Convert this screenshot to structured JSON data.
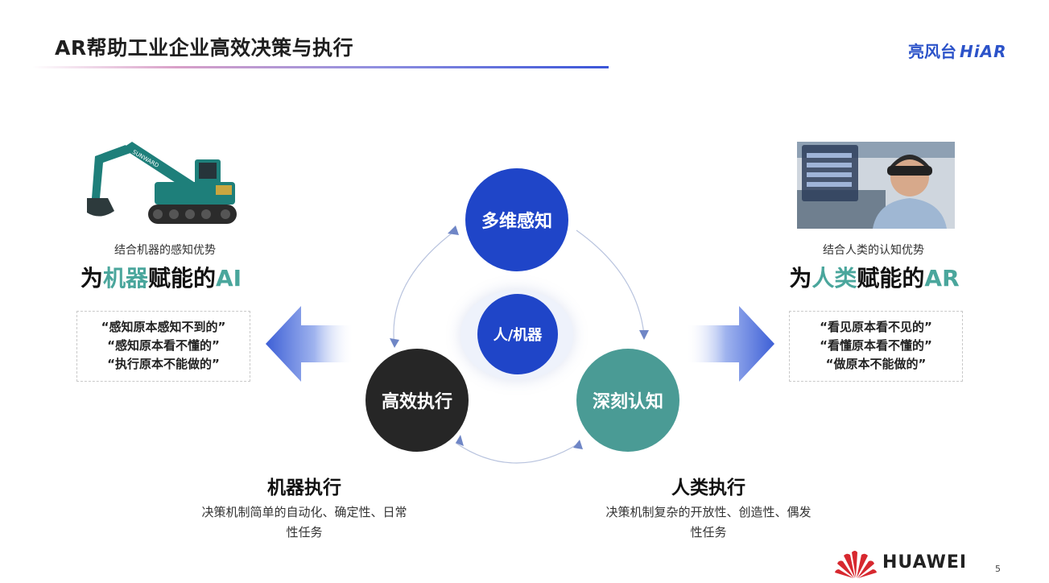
{
  "header": {
    "title": "AR帮助工业企业高效决策与执行",
    "brand_prefix": "亮风台",
    "brand_suffix": "HiAR"
  },
  "left": {
    "caption": "结合机器的感知优势",
    "headline_pre": "为",
    "headline_hl": "机器",
    "headline_mid": "赋能的",
    "headline_hl2": "AI",
    "quotes": [
      "“感知原本感知不到的”",
      "“感知原本看不懂的”",
      "“执行原本不能做的”"
    ]
  },
  "right": {
    "caption": "结合人类的认知优势",
    "headline_pre": "为",
    "headline_hl": "人类",
    "headline_mid": "赋能的",
    "headline_hl2": "AR",
    "quotes": [
      "“看见原本看不见的”",
      "“看懂原本看不懂的”",
      "“做原本不能做的”"
    ]
  },
  "cycle": {
    "top": "多维感知",
    "left": "高效执行",
    "right": "深刻认知",
    "center": "人/机器"
  },
  "bottom_left": {
    "title": "机器执行",
    "desc_line1": "决策机制简单的自动化、确定性、日常",
    "desc_line2": "性任务"
  },
  "bottom_right": {
    "title": "人类执行",
    "desc_line1": "决策机制复杂的开放性、创造性、偶发",
    "desc_line2": "性任务"
  },
  "footer": {
    "logo_text": "HUAWEI",
    "page_number": "5"
  },
  "colors": {
    "primary_blue": "#1f45c8",
    "teal": "#4a9b95",
    "dark": "#262626",
    "brand_blue": "#2c53c9",
    "huawei_red": "#d7282f"
  },
  "icons": [
    "excavator-image",
    "ar-glasses-worker-image",
    "left-arrow-icon",
    "right-arrow-icon",
    "huawei-logo-icon"
  ]
}
